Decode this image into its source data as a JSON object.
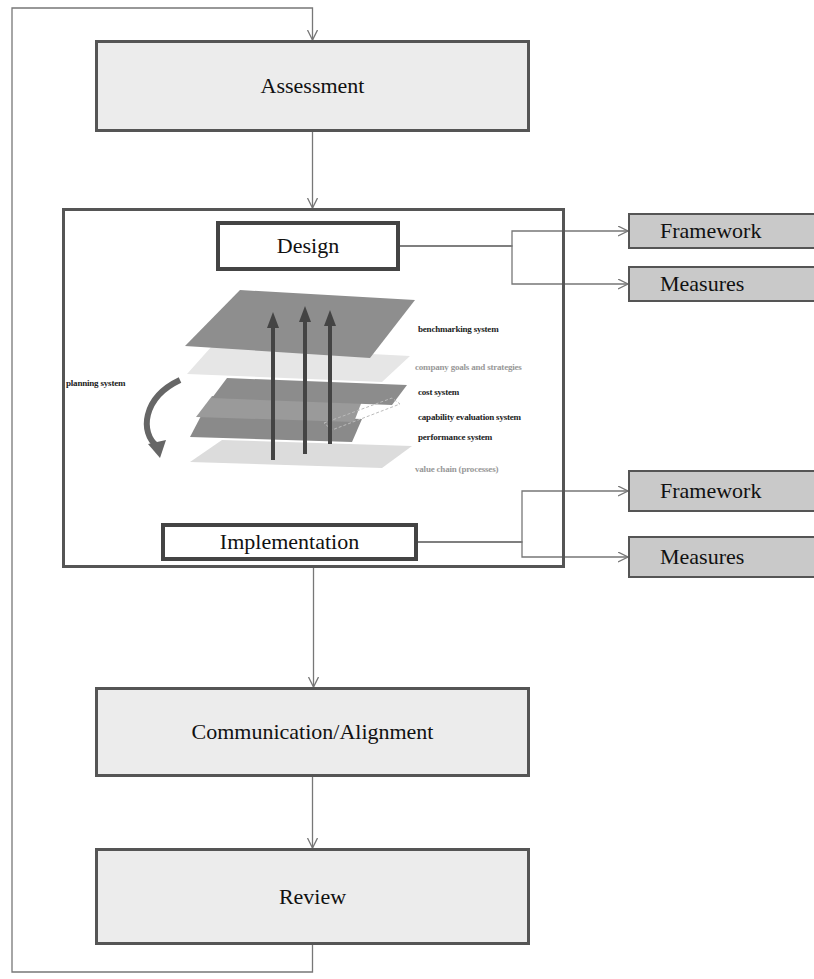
{
  "diagram": {
    "nodes": [
      {
        "text": [
          "Assessment"
        ]
      },
      {
        "text": []
      },
      {
        "text": [
          "Design"
        ],
        "in": 1
      },
      {
        "text": [
          "Implementation"
        ],
        "in": 1
      },
      {
        "text": [
          "Framework"
        ]
      },
      {
        "text": [
          "Measures"
        ]
      },
      {
        "text": [
          "Framework"
        ]
      },
      {
        "text": [
          "Measures"
        ]
      },
      {
        "text": [
          "Communication/Alignment"
        ]
      },
      {
        "text": [
          "Review"
        ]
      }
    ],
    "edges": [
      {
        "from": 0,
        "to": 1,
        "arrow": "to"
      },
      {
        "from": 2,
        "to": 4,
        "arrow": "to"
      },
      {
        "from": 2,
        "to": 5,
        "arrow": "to"
      },
      {
        "from": 3,
        "to": 6,
        "arrow": "to"
      },
      {
        "from": 3,
        "to": 7,
        "arrow": "to"
      },
      {
        "from": 1,
        "to": 8,
        "arrow": "to"
      },
      {
        "from": 8,
        "to": 9,
        "arrow": "to"
      },
      {
        "from": 9,
        "to": 0,
        "arrow": "to"
      }
    ],
    "labels": [
      "benchmarking system",
      "company goals and strategies",
      "cost system",
      "capability evaluation system",
      "performance system",
      "value chain (processes)",
      "planning system"
    ]
  }
}
